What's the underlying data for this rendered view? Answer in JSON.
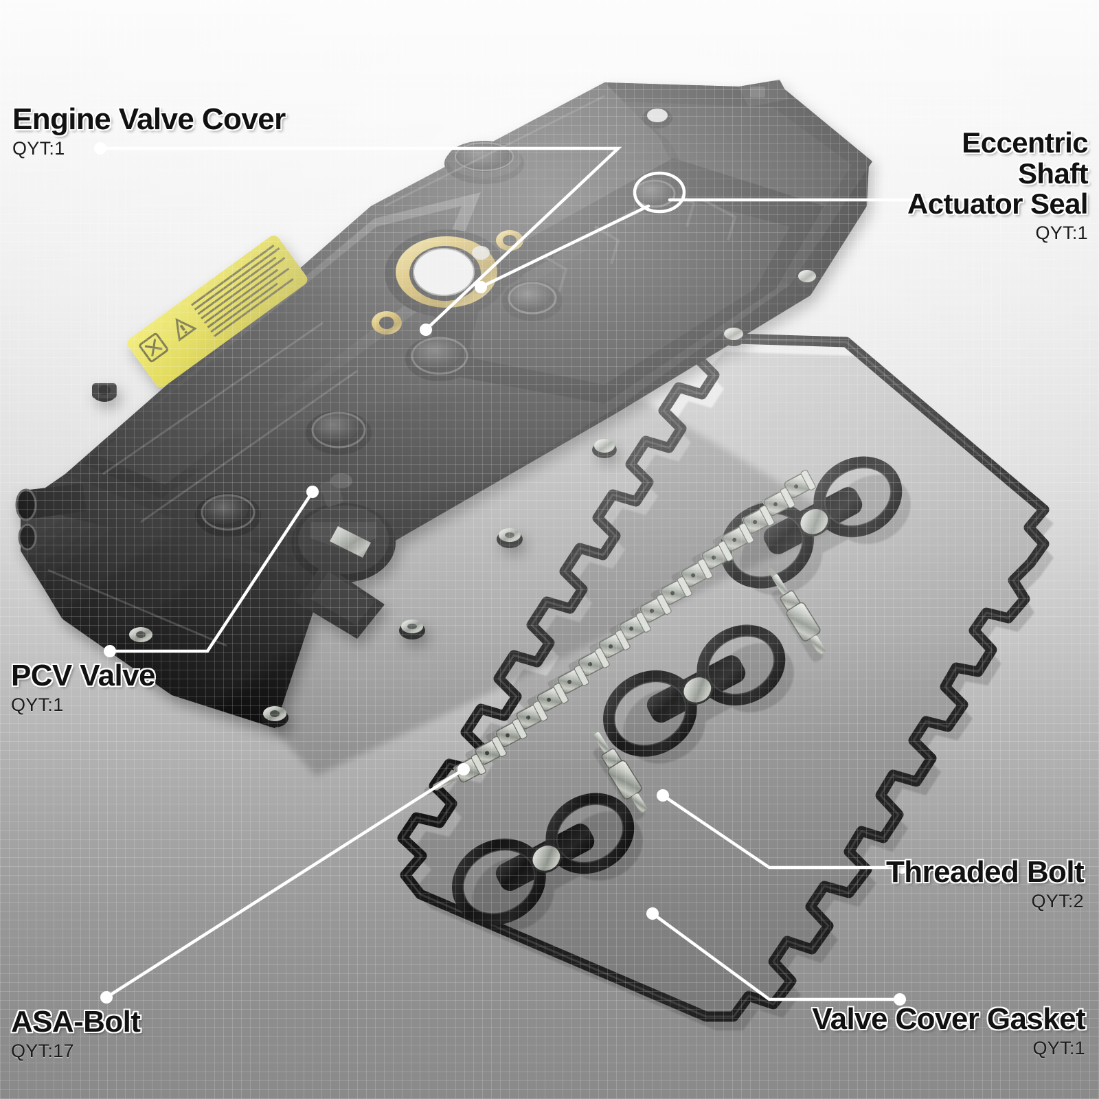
{
  "diagram": {
    "type": "exploded-parts-callout",
    "subject": "Engine valve cover service kit",
    "background": {
      "top_color": "#fbfbfb",
      "bottom_color": "#8a8a8a",
      "texture": "fine-grid"
    },
    "accent_colors": {
      "leader_line": "#ffffff",
      "label_text": "#111111",
      "label_outline": "#ffffff",
      "seal_gold": "#c9a840",
      "warning_label_yellow": "#d9d02e",
      "part_black": "#191919",
      "hardware_silver": "#b9bdb8"
    }
  },
  "callouts": [
    {
      "id": "engine-valve-cover",
      "title": "Engine Valve Cover",
      "qty": "QYT:1",
      "align": "left"
    },
    {
      "id": "eccentric-shaft-actuator-seal",
      "title": "Eccentric\nShaft\nActuator Seal",
      "qty": "QYT:1",
      "align": "right"
    },
    {
      "id": "pcv-valve",
      "title": "PCV Valve",
      "qty": "QYT:1",
      "align": "left"
    },
    {
      "id": "asa-bolt",
      "title": "ASA-Bolt",
      "qty": "QYT:17",
      "align": "left"
    },
    {
      "id": "threaded-bolt",
      "title": "Threaded Bolt",
      "qty": "QYT:2",
      "align": "right"
    },
    {
      "id": "valve-cover-gasket",
      "title": "Valve Cover Gasket",
      "qty": "QYT:1",
      "align": "right"
    }
  ],
  "parts_inventory": {
    "engine_valve_cover": 1,
    "eccentric_shaft_actuator_seal": 1,
    "pcv_valve": 1,
    "asa_bolt": 17,
    "threaded_bolt": 2,
    "valve_cover_gasket": 1
  },
  "warning_sticker": {
    "present": true,
    "color": "#d9d02e",
    "glyphs": [
      "warning-triangle",
      "no-tool"
    ]
  }
}
